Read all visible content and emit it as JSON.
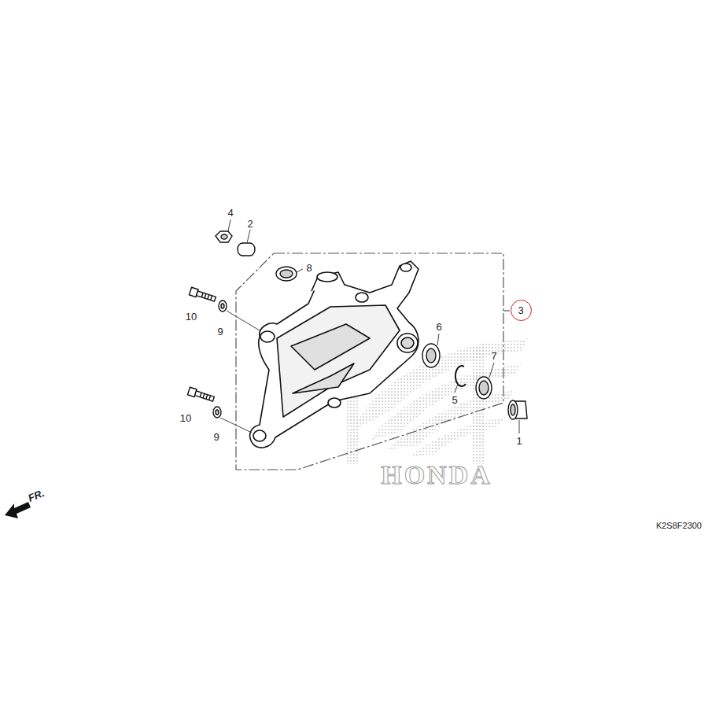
{
  "diagram": {
    "nodes": [
      {
        "text": [
          "3"
        ]
      }
    ],
    "labels": [
      "4",
      "2",
      "8",
      "10",
      "9",
      "6",
      "7",
      "5",
      "10",
      "9",
      "1",
      "FR.",
      "HONDA",
      "K2S8F2300"
    ]
  }
}
